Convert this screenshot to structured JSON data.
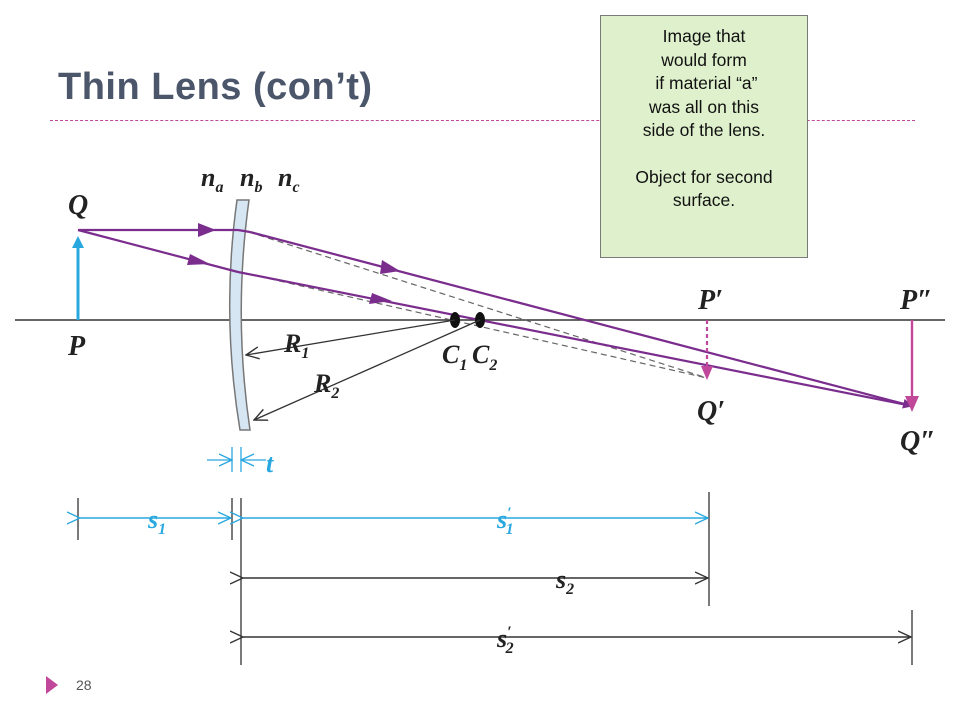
{
  "slide": {
    "title": "Thin Lens (con’t)",
    "page_number": "28",
    "accent_color": "#c0479a",
    "title_color": "#4b566b"
  },
  "note": {
    "lines_top": [
      "Image that",
      "would form",
      " if material “a”",
      "was all on this",
      "side of the lens."
    ],
    "lines_bottom": [
      "Object for second",
      "surface."
    ],
    "background": "#dff0cc"
  },
  "diagram": {
    "media_labels": {
      "a_base": "n",
      "a_sub": "a",
      "b_base": "n",
      "b_sub": "b",
      "c_base": "n",
      "c_sub": "c"
    },
    "object": {
      "top": "Q",
      "bottom": "P"
    },
    "first_image": {
      "top": "P",
      "top_prime": "′",
      "bottom": "Q",
      "bottom_prime": "′"
    },
    "final_image": {
      "top": "P",
      "top_prime": "″",
      "bottom": "Q",
      "bottom_prime": "″"
    },
    "radii": {
      "r1_base": "R",
      "r1_sub": "1",
      "r2_base": "R",
      "r2_sub": "2"
    },
    "centers": {
      "c1_base": "C",
      "c1_sub": "1",
      "c2_base": "C",
      "c2_sub": "2"
    },
    "thickness": "t",
    "distances": {
      "s1_base": "s",
      "s1_sub": "1",
      "s1p_base": "s",
      "s1p_prime": "′",
      "s1p_sub": "1",
      "s2_base": "s",
      "s2_sub": "2",
      "s2p_base": "s",
      "s2p_prime": "′",
      "s2p_sub": "2"
    },
    "colors": {
      "ray": "#7b2d8e",
      "object_arrow": "#29a8df",
      "dimension_blue": "#29a8df",
      "dimension_dark": "#333333",
      "image_arrow": "#c0479a"
    }
  }
}
